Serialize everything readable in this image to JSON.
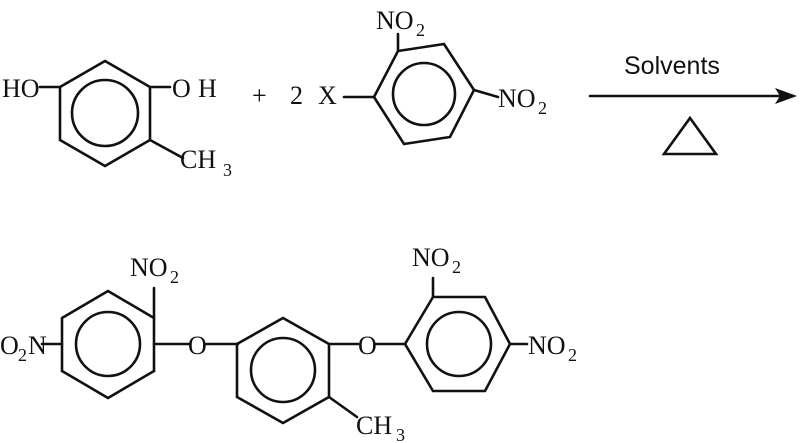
{
  "reaction": {
    "reactant1": {
      "substituent_ho": "HO",
      "substituent_oh_o": "O",
      "substituent_oh_h": "H",
      "methyl": "CH",
      "methyl_sub": "3"
    },
    "plus": "+",
    "coefficient": "2",
    "reactant2": {
      "leaving_group": "X",
      "nitro_top": "NO",
      "nitro_top_sub": "2",
      "nitro_right": "NO",
      "nitro_right_sub": "2"
    },
    "conditions": {
      "solvent": "Solvents",
      "heat_symbol": "triangle-heat-icon"
    },
    "product": {
      "left_nitro_para_pre": "O",
      "left_nitro_para_sub": "2",
      "left_nitro_para_post": "N",
      "left_nitro_ortho": "NO",
      "left_nitro_ortho_sub": "2",
      "ether_left": "O",
      "ether_right": "O",
      "right_nitro_ortho": "NO",
      "right_nitro_ortho_sub": "2",
      "right_nitro_para": "NO",
      "right_nitro_para_sub": "2",
      "methyl": "CH",
      "methyl_sub": "3"
    }
  }
}
